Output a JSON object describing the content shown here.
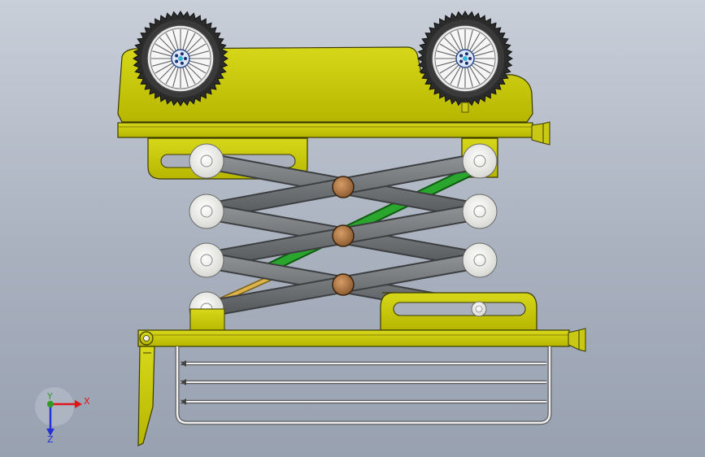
{
  "triad": {
    "x_label": "X",
    "y_label": "Y",
    "z_label": "Z"
  },
  "colors": {
    "body": "#c8c80a",
    "body_dark": "#6e6e00",
    "arm": "#6f7275",
    "arm_dark": "#3c3e40",
    "pivot": "#b07a48",
    "roller": "#f4f4f1",
    "cylinder_green": "#1f9a22",
    "cylinder_tan": "#c9a13a",
    "x_axis": "#e0141b",
    "y_axis": "#2f9a27",
    "z_axis": "#2430d8"
  }
}
